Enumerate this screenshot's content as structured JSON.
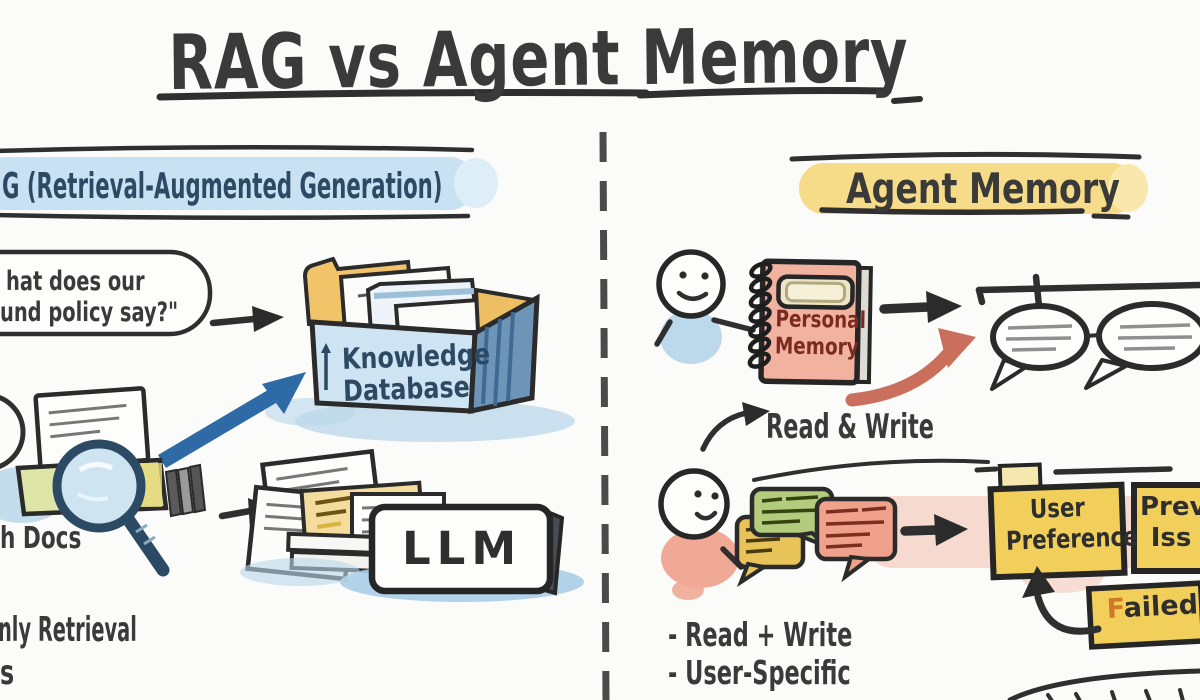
{
  "title": "RAG vs Agent Memory",
  "left": {
    "header": "G (Retrieval-Augmented Generation)",
    "bubble_line1": "hat does our",
    "bubble_line2": "und policy say?\"",
    "kdb_line1": "Knowledge",
    "kdb_line2": "Database",
    "search_docs": "h Docs",
    "llm": "LLM",
    "bullet1": "nly Retrieval",
    "bullet2": "s"
  },
  "right": {
    "header": "Agent Memory",
    "notebook_line1": "Personal",
    "notebook_line2": "Memory",
    "read_write": "Read & Write",
    "note_user_line1": "User",
    "note_user_line2": "Preference",
    "note_prev_line1": "Previ",
    "note_prev_line2": "Iss",
    "note_failed_first": "F",
    "note_failed_rest": "ailed",
    "bullet1": "- Read + Write",
    "bullet2": "- User-Specific"
  },
  "colors": {
    "paper": "#fbfbf9",
    "ink": "#3a3a3a",
    "rag_highlight": "#c9e2f3",
    "rag_text": "#2c4a63",
    "agent_highlight": "#f6db88",
    "kdb_front": "#cfe4f2",
    "kdb_side": "#6e95b8",
    "folder_yellow": "#f2c46a",
    "blue_arrow": "#2e6ba6",
    "notebook": "#f1b2a0",
    "notebook_text": "#7a2a1e",
    "salmon_arrow": "#c96f5c",
    "bubble_yellow": "#e7c35a",
    "bubble_green": "#b3cb7d",
    "bubble_salmon": "#efa18c",
    "sticky_yellow": "#f1cf5a",
    "failed_f": "#d07a28",
    "wash_blue": "#b9d7ea",
    "wash_salmon": "#f3c0ae"
  }
}
